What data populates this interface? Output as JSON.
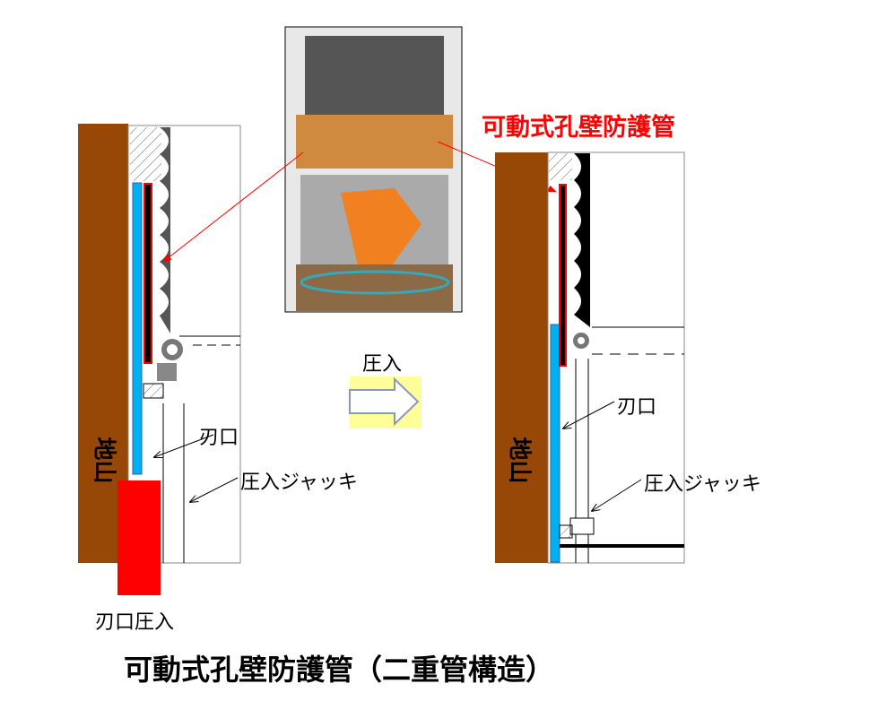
{
  "title": "可動式孔壁防護管（二重管構造）",
  "callout_title": "可動式孔壁防護管",
  "left": {
    "ground": "地山",
    "edge": "刃口",
    "jack": "圧入ジャッキ",
    "press_edge": "刃口圧入"
  },
  "right": {
    "ground": "地山",
    "edge": "刃口",
    "jack": "圧入ジャッキ"
  },
  "arrow_label": "圧入",
  "colors": {
    "ground": "#974806",
    "outer_pipe": "#00b0f0",
    "inner_pipe": "#ff0000",
    "arrow_fill": "#ffff99"
  }
}
